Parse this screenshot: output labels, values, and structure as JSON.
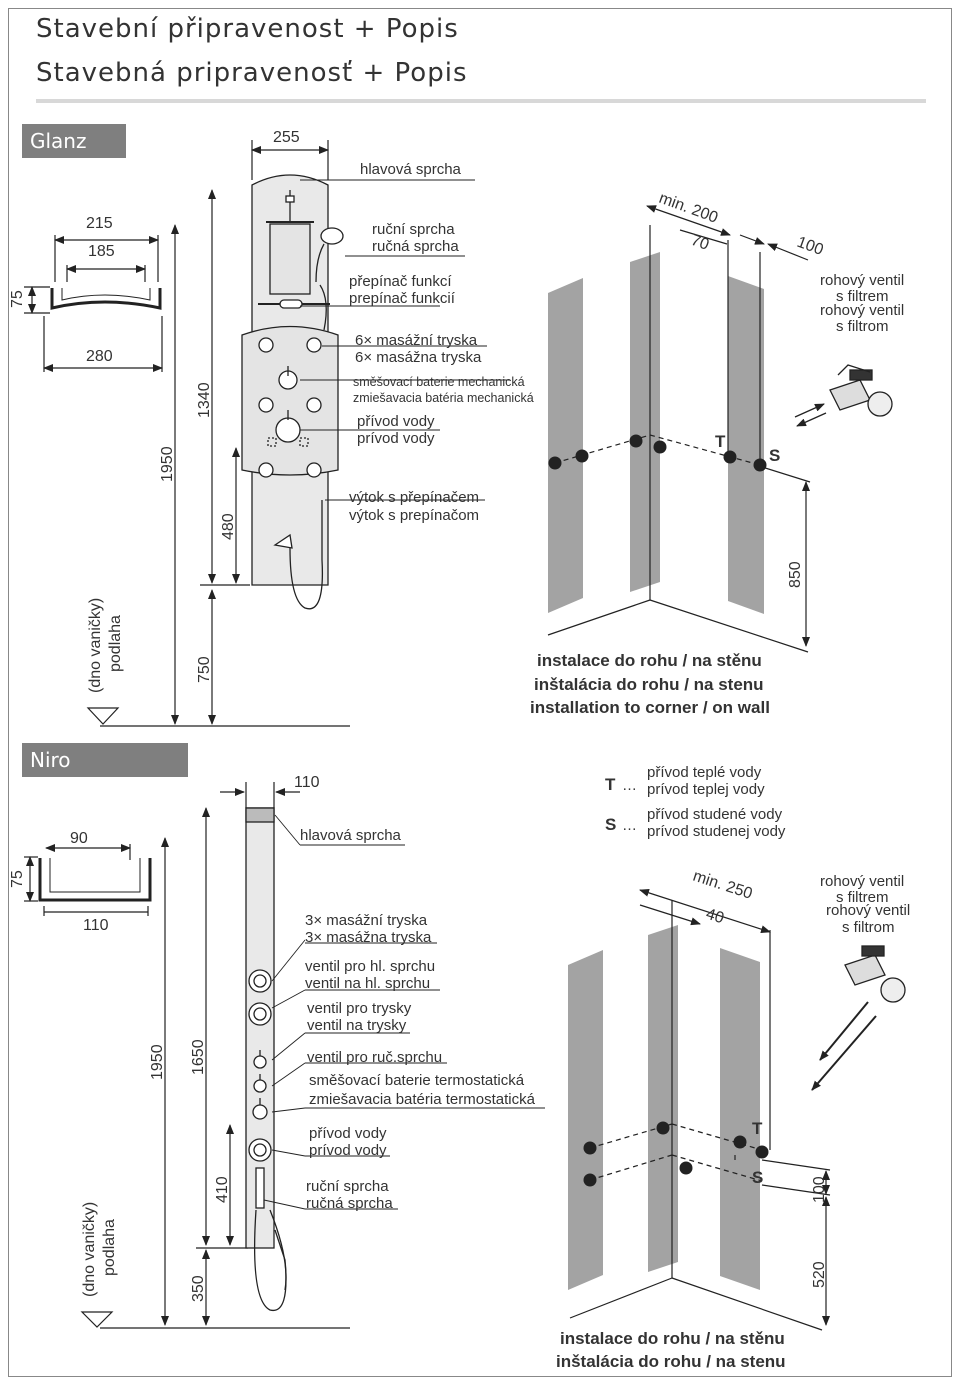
{
  "titles": [
    "Stavební připravenost + Popis",
    "Stavebná pripravenosť + Popis"
  ],
  "glanz": {
    "section": "Glanz",
    "dims": {
      "top_width": "255",
      "outer_width": "215",
      "inner_width": "185",
      "depth": "75",
      "bottom_width": "280",
      "total_height": "1950",
      "panel_height": "1340",
      "outlet_height": "480",
      "floor_offset": "750"
    },
    "floor_label_1": "(dno vaničky)",
    "floor_label_2": "podlaha",
    "labels": {
      "head_shower": "hlavová sprcha",
      "hand_shower_cz": "ruční sprcha",
      "hand_shower_sk": "ručná sprcha",
      "switch_cz": "přepínač funkcí",
      "switch_sk": "prepínač funkcií",
      "jets_cz": "6× masážní tryska",
      "jets_sk": "6× masážna tryska",
      "mixer_cz": "směšovací baterie mechanická",
      "mixer_sk": "zmiešavacia batéria mechanická",
      "supply_cz": "přívod vody",
      "supply_sk": "prívod vody",
      "spout_cz": "výtok s přepínačem",
      "spout_sk": "výtok s prepínačom"
    },
    "install": {
      "min": "min. 200",
      "gap": "70",
      "offset": "100",
      "height": "850",
      "valve_cz_1": "rohový ventil",
      "valve_cz_2": "s filtrem",
      "valve_sk_1": "rohový ventil",
      "valve_sk_2": "s filtrom",
      "t": "T",
      "s": "S",
      "caption_cz": "instalace do rohu / na stěnu",
      "caption_sk": "inštalácia do rohu / na stenu",
      "caption_en": "installation to corner / on wall"
    }
  },
  "niro": {
    "section": "Niro",
    "dims": {
      "top_width": "110",
      "inner_width": "90",
      "depth": "75",
      "bottom_width": "110",
      "total_height": "1950",
      "panel_height": "1650",
      "outlet_height": "410",
      "floor_offset": "350"
    },
    "floor_label_1": "(dno vaničky)",
    "floor_label_2": "podlaha",
    "labels": {
      "head_shower": "hlavová sprcha",
      "jets_cz": "3× masážní tryska",
      "jets_sk": "3× masážna tryska",
      "valve_head_cz": "ventil pro hl. sprchu",
      "valve_head_sk": "ventil na hl. sprchu",
      "valve_jets_cz": "ventil pro trysky",
      "valve_jets_sk": "ventil na trysky",
      "valve_hand": "ventil pro ruč.sprchu",
      "mixer_cz": "směšovací baterie termostatická",
      "mixer_sk": "zmiešavacia batéria termostatická",
      "supply_cz": "přívod vody",
      "supply_sk": "prívod vody",
      "hand_cz": "ruční sprcha",
      "hand_sk": "ručná sprcha"
    },
    "legend": {
      "t": "T",
      "t_cz": "přívod teplé vody",
      "t_sk": "prívod teplej vody",
      "s": "S",
      "s_cz": "přívod studené vody",
      "s_sk": "prívod studenej vody"
    },
    "install": {
      "min": "min. 250",
      "gap": "40",
      "offset": "100",
      "height": "520",
      "valve_cz_1": "rohový ventil",
      "valve_cz_2": "s filtrem",
      "valve_sk_1": "rohový ventil",
      "valve_sk_2": "s filtrom",
      "t": "T",
      "s": "S",
      "caption_cz": "instalace do rohu / na stěnu",
      "caption_sk": "inštalácia do rohu / na stenu"
    }
  },
  "colors": {
    "section_bar": "#7f7f7f",
    "wall": "#a3a3a3",
    "panel": "#e4e4e4",
    "line": "#222222"
  }
}
